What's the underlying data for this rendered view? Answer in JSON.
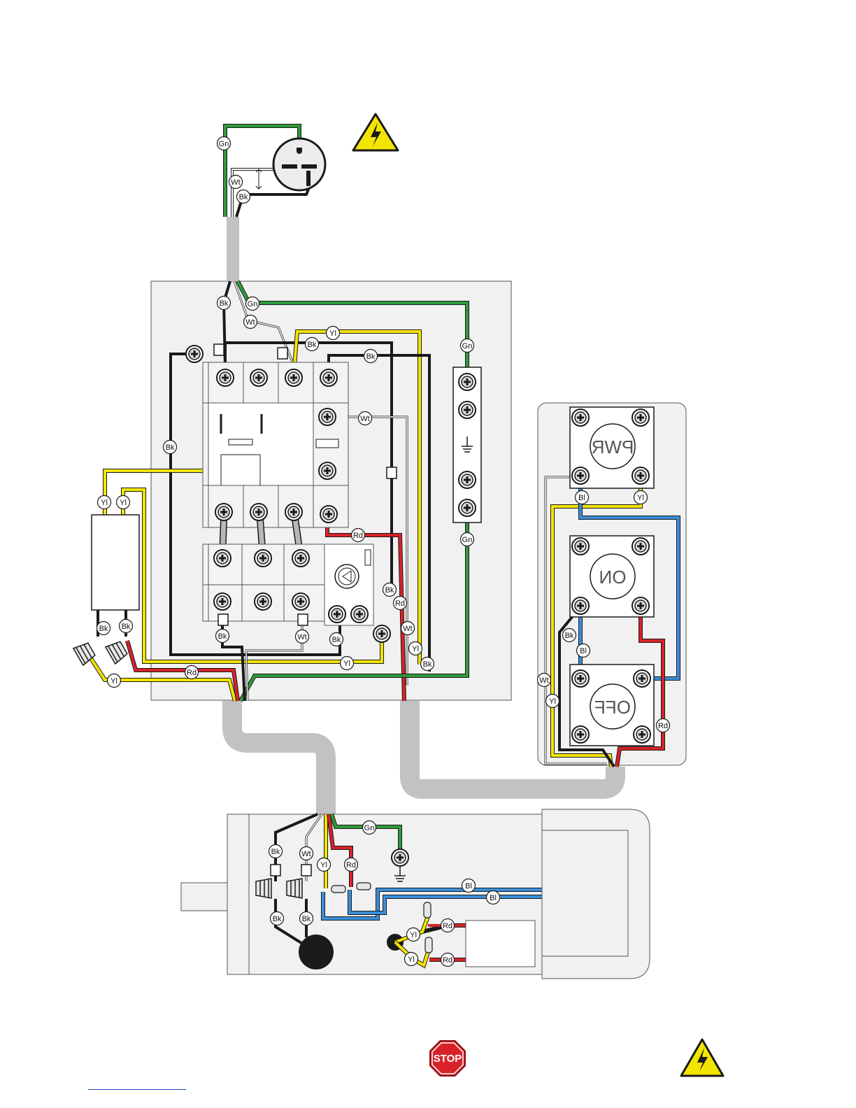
{
  "wire_colors": {
    "black": "#1a1a1a",
    "white": "#ffffff",
    "green": "#2f9a3a",
    "yellow": "#f2e500",
    "red": "#d8222a",
    "blue": "#3a8fd8",
    "cable": "#c2c2c2",
    "panel": "#f1f1f1"
  },
  "switch_panel": {
    "pwr": "PWR",
    "on": "ON",
    "off": "OFF"
  },
  "stop_sign": "STOP",
  "wire_labels": {
    "gn": "Gn",
    "wt": "Wt",
    "bk": "Bk",
    "yl": "Yl",
    "rd": "Rd",
    "bl": "Bl"
  },
  "icons": {
    "hazard": "electrical-hazard-icon",
    "stop": "stop-sign-icon",
    "ground": "ground-symbol-icon"
  }
}
